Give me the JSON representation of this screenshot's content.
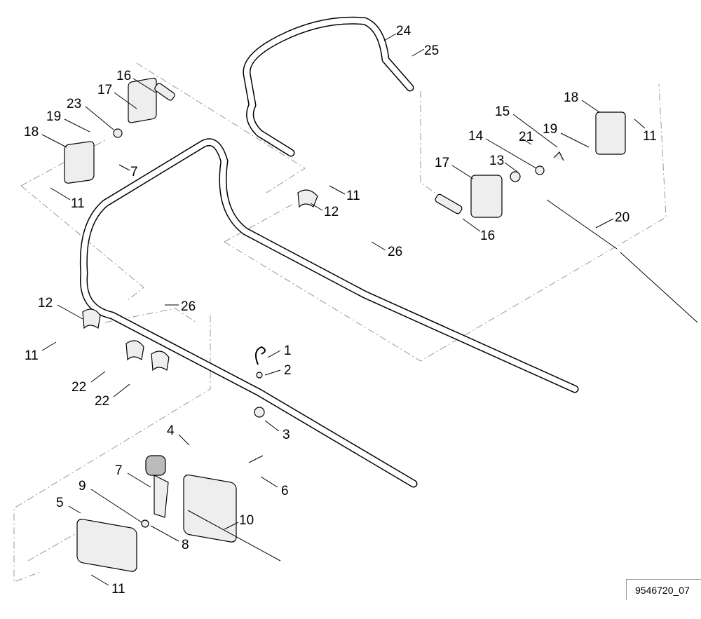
{
  "diagram": {
    "type": "exploded parts diagram",
    "drawing_code": "9546720_07",
    "callouts": [
      "24",
      "25",
      "16",
      "17",
      "23",
      "19",
      "18",
      "7",
      "11",
      "11",
      "12",
      "26",
      "16",
      "17",
      "13",
      "14",
      "21",
      "15",
      "19",
      "18",
      "11",
      "20",
      "12",
      "26",
      "11",
      "22",
      "22",
      "1",
      "2",
      "3",
      "4",
      "7",
      "9",
      "5",
      "6",
      "10",
      "8",
      "11"
    ]
  }
}
